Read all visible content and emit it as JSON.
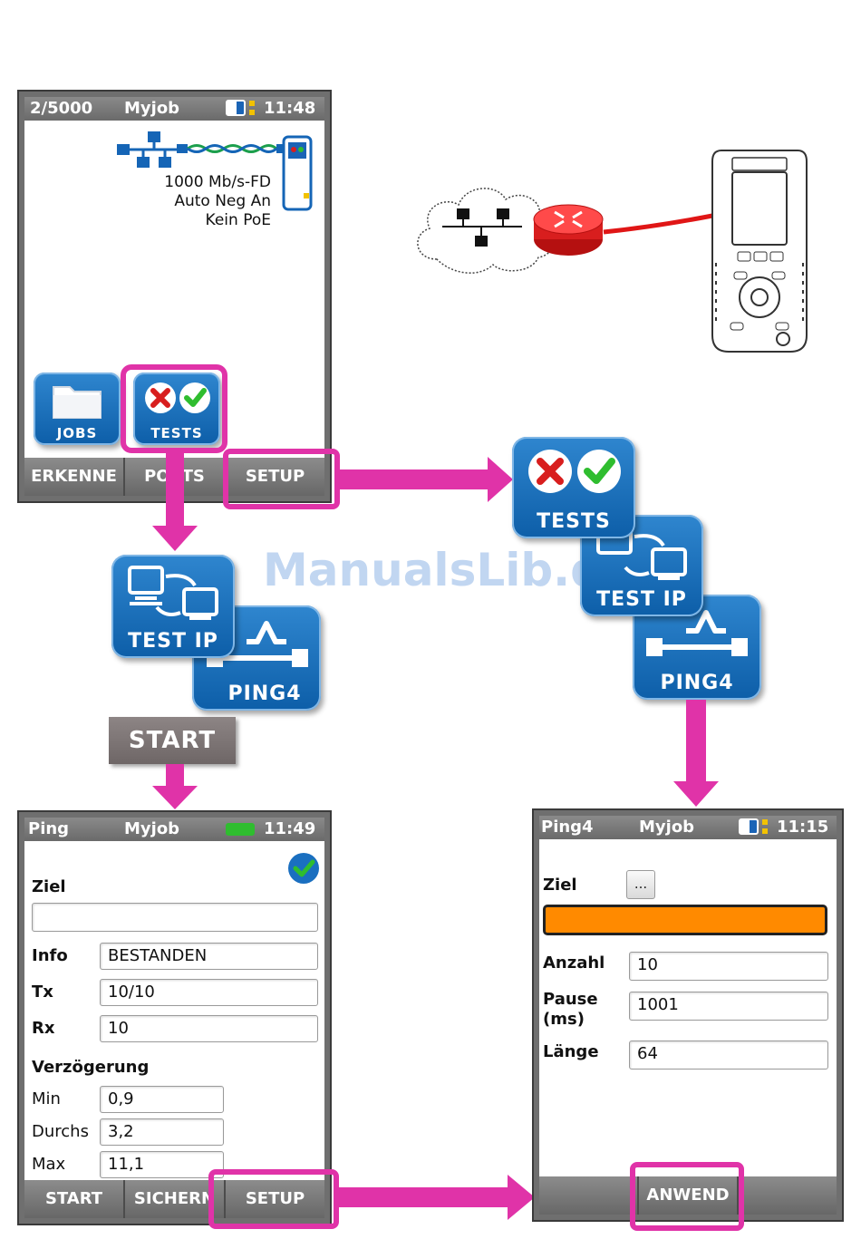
{
  "watermark": "ManualsLib.de",
  "screen_main": {
    "status": {
      "left": "2/5000",
      "job": "Myjob",
      "time": "11:48"
    },
    "link_info": [
      "1000 Mb/s-FD",
      "Auto Neg An",
      "Kein PoE"
    ],
    "tiles": {
      "jobs": "JOBS",
      "tests": "TESTS"
    },
    "softkeys": [
      "ERKENNE",
      "PORTS",
      "SETUP"
    ]
  },
  "tiles_left": {
    "test_ip": "TEST IP",
    "ping4": "PING4"
  },
  "start_button": "START",
  "tiles_right": {
    "tests": "TESTS",
    "test_ip": "TEST IP",
    "ping4": "PING4"
  },
  "screen_ping": {
    "status": {
      "left": "Ping",
      "job": "Myjob",
      "time": "11:49"
    },
    "ziel_label": "Ziel",
    "ziel_value": "",
    "info_label": "Info",
    "info_value": "BESTANDEN",
    "tx_label": "Tx",
    "tx_value": "10/10",
    "rx_label": "Rx",
    "rx_value": "10",
    "delay_heading": "Verzögerung",
    "min_label": "Min",
    "min_value": "0,9",
    "avg_label": "Durchs",
    "avg_value": "3,2",
    "max_label": "Max",
    "max_value": "11,1",
    "softkeys": [
      "START",
      "SICHERN",
      "SETUP"
    ]
  },
  "screen_ping4": {
    "status": {
      "left": "Ping4",
      "job": "Myjob",
      "time": "11:15"
    },
    "ziel_label": "Ziel",
    "browse_button": "...",
    "count_label": "Anzahl",
    "count_value": "10",
    "pause_label_1": "Pause",
    "pause_label_2": "(ms)",
    "pause_value": "1001",
    "length_label": "Länge",
    "length_value": "64",
    "softkeys": [
      "",
      "ANWEND",
      ""
    ]
  },
  "colors": {
    "accent": "#e033a8",
    "tile_blue": "#1570bd",
    "orange": "#ff8a00",
    "pass_green": "#2fbd2f",
    "fail_red": "#d81e1e"
  }
}
